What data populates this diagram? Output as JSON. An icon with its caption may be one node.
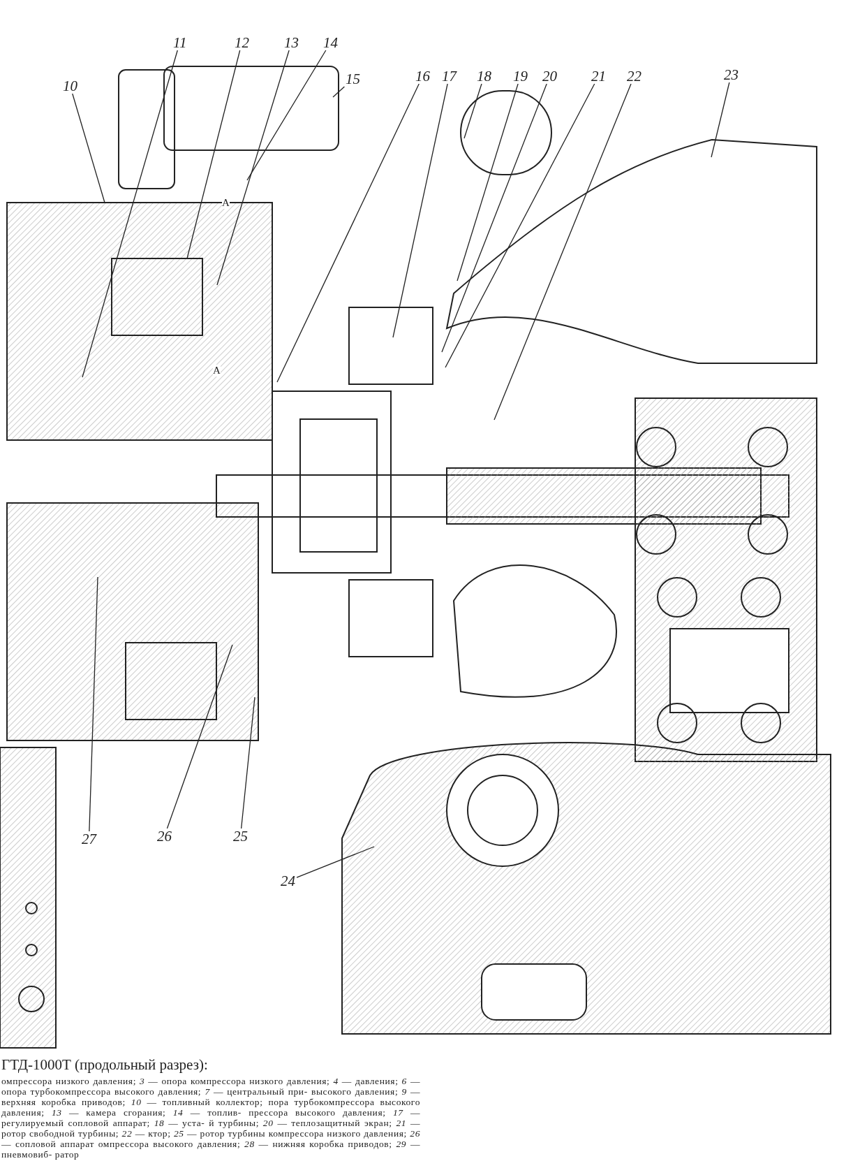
{
  "diagram": {
    "caption": "ГТД-1000Т (продольный разрез):",
    "nodes": [
      {
        "text": [
          "10"
        ]
      },
      {
        "text": [
          "11"
        ]
      },
      {
        "text": [
          "12"
        ]
      },
      {
        "text": [
          "13"
        ]
      },
      {
        "text": [
          "14"
        ]
      },
      {
        "text": [
          "15"
        ]
      },
      {
        "text": [
          "16"
        ]
      },
      {
        "text": [
          "17"
        ]
      },
      {
        "text": [
          "18"
        ]
      },
      {
        "text": [
          "19"
        ]
      },
      {
        "text": [
          "20"
        ]
      },
      {
        "text": [
          "21"
        ]
      },
      {
        "text": [
          "22"
        ]
      },
      {
        "text": [
          "23"
        ]
      },
      {
        "text": [
          "24"
        ]
      },
      {
        "text": [
          "25"
        ]
      },
      {
        "text": [
          "26"
        ]
      },
      {
        "text": [
          "27"
        ]
      }
    ],
    "edges": [
      {
        "from": 0,
        "to": null,
        "arrow": "none"
      },
      {
        "from": 1,
        "to": null,
        "arrow": "none"
      },
      {
        "from": 2,
        "to": null,
        "arrow": "none"
      },
      {
        "from": 3,
        "to": null,
        "arrow": "none"
      },
      {
        "from": 4,
        "to": null,
        "arrow": "none"
      },
      {
        "from": 5,
        "to": null,
        "arrow": "none"
      },
      {
        "from": 6,
        "to": null,
        "arrow": "none"
      },
      {
        "from": 7,
        "to": null,
        "arrow": "none"
      },
      {
        "from": 8,
        "to": null,
        "arrow": "none"
      },
      {
        "from": 9,
        "to": null,
        "arrow": "none"
      },
      {
        "from": 10,
        "to": null,
        "arrow": "none"
      },
      {
        "from": 11,
        "to": null,
        "arrow": "none"
      },
      {
        "from": 12,
        "to": null,
        "arrow": "none"
      },
      {
        "from": 13,
        "to": null,
        "arrow": "none"
      },
      {
        "from": 14,
        "to": null,
        "arrow": "none"
      },
      {
        "from": 15,
        "to": null,
        "arrow": "none"
      },
      {
        "from": 16,
        "to": null,
        "arrow": "none"
      },
      {
        "from": 17,
        "to": null,
        "arrow": "none"
      }
    ],
    "labels": [
      "A",
      "A",
      "омпрессора низкого давления; *3* — опора компрессора низкого давления; *4* — давления; *6* — опора турбокомпрессора высокого давления; *7* — центральный при- высокого давления; *9* — верхняя коробка приводов; *10* — топливный коллектор; пора турбокомпрессора высокого давления; *13* — камера сгорания; *14* — топлив- прессора высокого давления; *17* — регулируемый сопловой аппарат; *18* — уста- й турбины; *20* — теплозащитный экран; *21* — ротор свободной турбины; *22* — ктор; *25* — ротор турбины компрессора низкого давления; *26* — сопловой аппарат омпрессора высокого давления; *28* — нижняя коробка приводов; *29* — пневмовиб- ратор"
    ]
  }
}
